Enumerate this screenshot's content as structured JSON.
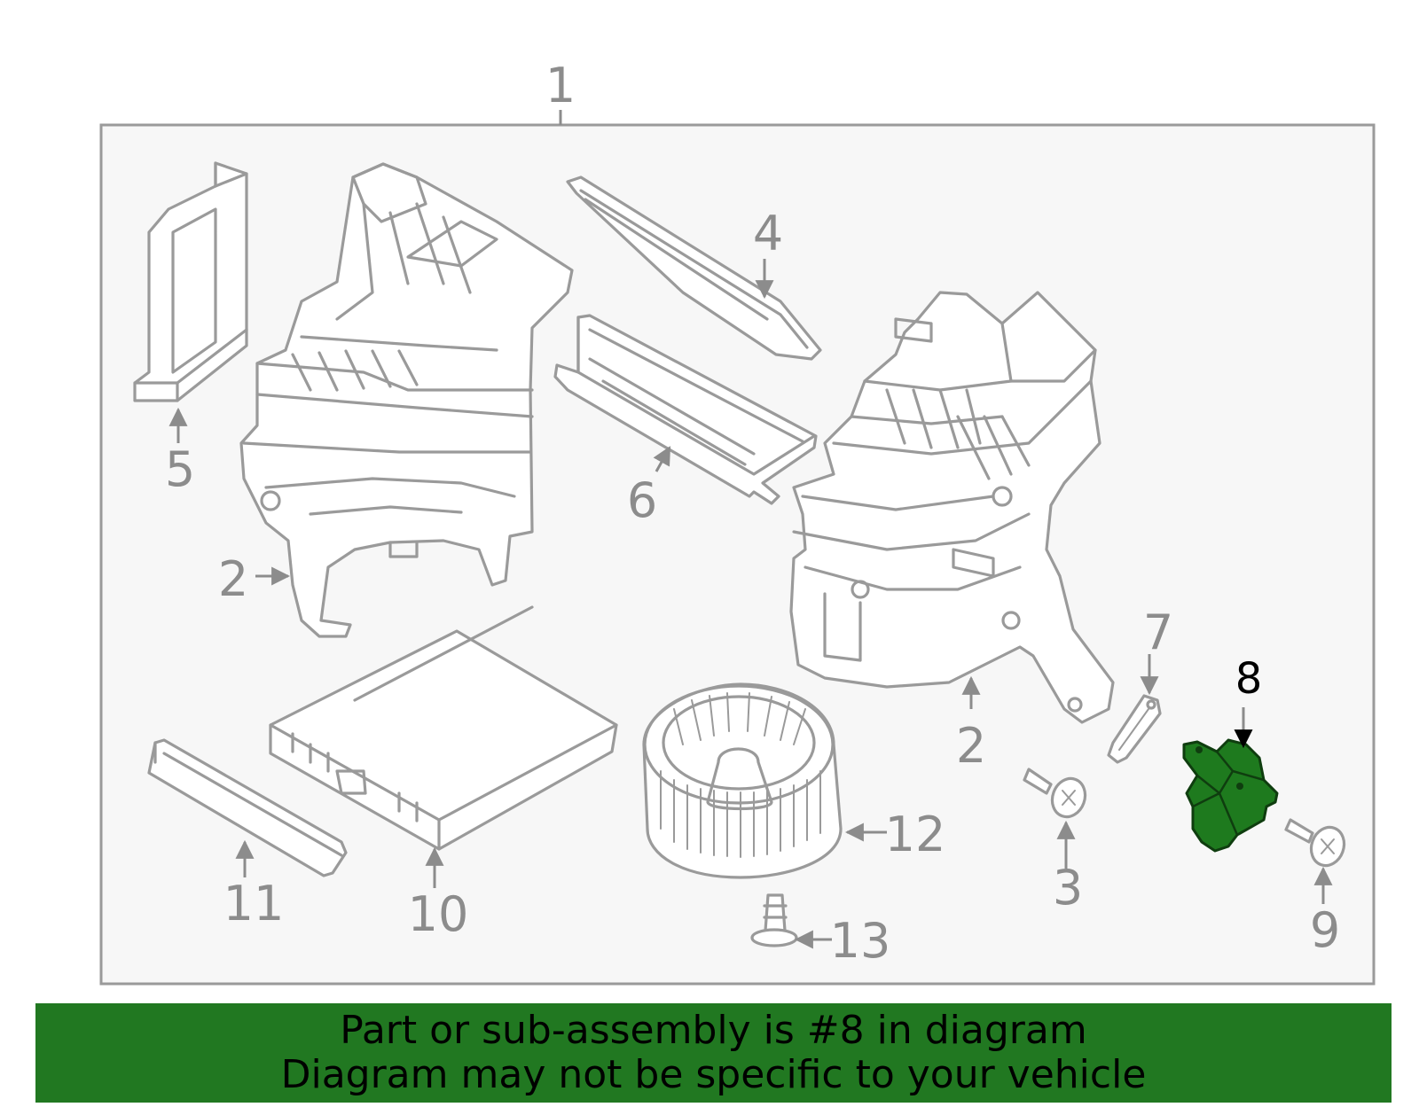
{
  "diagram": {
    "callouts": {
      "c1": "1",
      "c2a": "2",
      "c2b": "2",
      "c3": "3",
      "c4": "4",
      "c5": "5",
      "c6": "6",
      "c7": "7",
      "c8": "8",
      "c9": "9",
      "c10": "10",
      "c11": "11",
      "c12": "12",
      "c13": "13"
    },
    "highlighted_part": "8",
    "colors": {
      "outline": "#9a9a9a",
      "highlight_fill": "#1e7a1e",
      "banner": "#217821",
      "panel": "#f7f7f7"
    }
  },
  "banner": {
    "line1": "Part or sub-assembly is #8 in diagram",
    "line2": "Diagram may not be specific to your vehicle"
  }
}
